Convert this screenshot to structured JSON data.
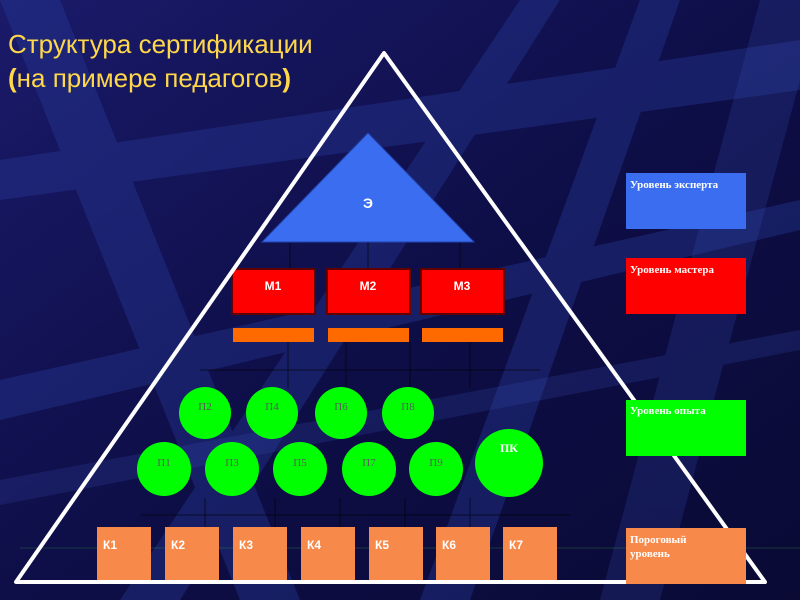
{
  "title": {
    "line1": "Структура сертификации",
    "line2_open": "(",
    "line2_text": "на примере педагогов",
    "line2_close": ")"
  },
  "expert": {
    "label": "Э"
  },
  "masters": [
    "М1",
    "М2",
    "М3"
  ],
  "practitioners_top": [
    "П2",
    "П4",
    "П6",
    "П8"
  ],
  "practitioners_bottom": [
    "П1",
    "П3",
    "П5",
    "П7",
    "П9"
  ],
  "pk": "ПК",
  "candidates": [
    "К1",
    "К2",
    "К3",
    "К4",
    "К5",
    "К6",
    "К7"
  ],
  "levels": {
    "expert": "Уровень эксперта",
    "master": "Уровень мастера",
    "experience": "Уровень опыта",
    "threshold": "Пороговый уровень"
  },
  "colors": {
    "background": "#10104a",
    "title": "#ffd84a",
    "expert": "#3a6df0",
    "master": "#ff0000",
    "master_bar": "#ff6a00",
    "practitioner": "#00ff00",
    "candidate": "#f7894a",
    "pyramid": "#ffffff"
  }
}
